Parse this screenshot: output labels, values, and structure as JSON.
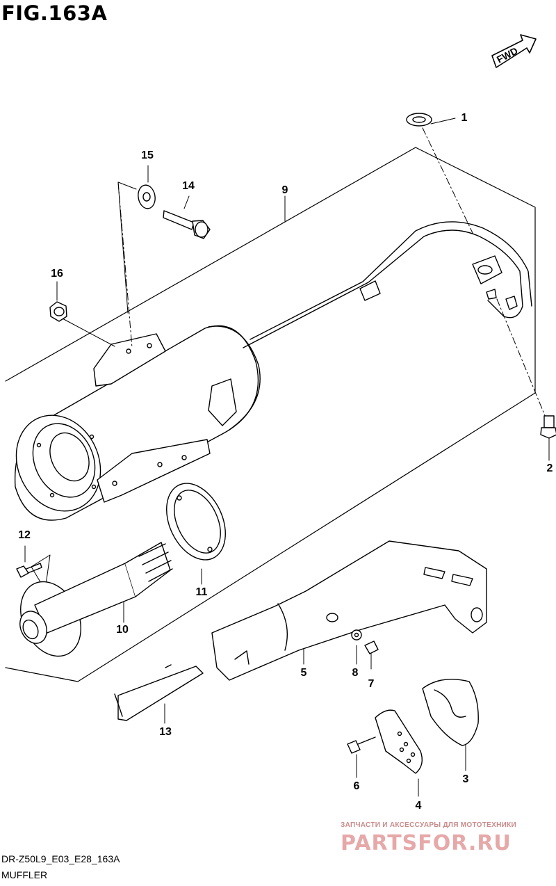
{
  "title": "FIG.163A",
  "fwd_label": "FWD",
  "callouts": [
    "1",
    "2",
    "3",
    "4",
    "5",
    "6",
    "7",
    "8",
    "9",
    "10",
    "11",
    "12",
    "13",
    "14",
    "15",
    "16"
  ],
  "model_code": "DR-Z50L9_E03_E28_163A",
  "caption": "MUFFLER",
  "watermark": {
    "tagline": "ЗАПЧАСТИ И АКСЕССУАРЫ ДЛЯ МОТОТЕХНИКИ",
    "brand": "PARTSFOR.RU",
    "color": "#e0a0a0"
  }
}
